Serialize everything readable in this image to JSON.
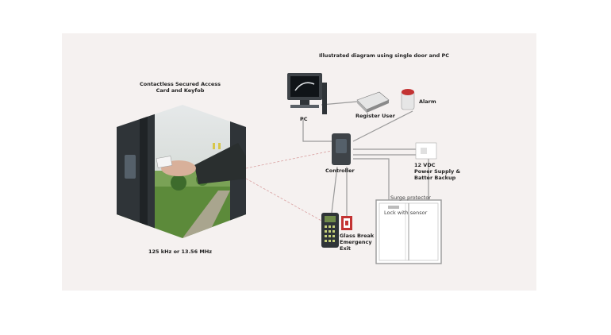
{
  "titles": {
    "diagram_title": "Illustrated diagram using single door and PC",
    "card_title_line1": "Contactless Secured Access",
    "card_title_line2": "Card and Keyfob",
    "frequency": "125 kHz or 13.56 MHz"
  },
  "components": {
    "pc": "PC",
    "register_user": "Register User",
    "alarm": "Alarm",
    "controller": "Controller",
    "power_supply": "12 VDC\nPower Supply &\nBatter Backup",
    "glass_break": "Glass Break\nEmergency\nExit",
    "surge_protector": "Surge protector",
    "lock_with_sensor": "Lock with sensor"
  },
  "colors": {
    "panel_bg": "#f5f1f0",
    "wire": "#9a9a9a",
    "dashed_link": "#d9a0a0",
    "device_dark": "#3e4348",
    "alarm_red": "#c33333"
  }
}
